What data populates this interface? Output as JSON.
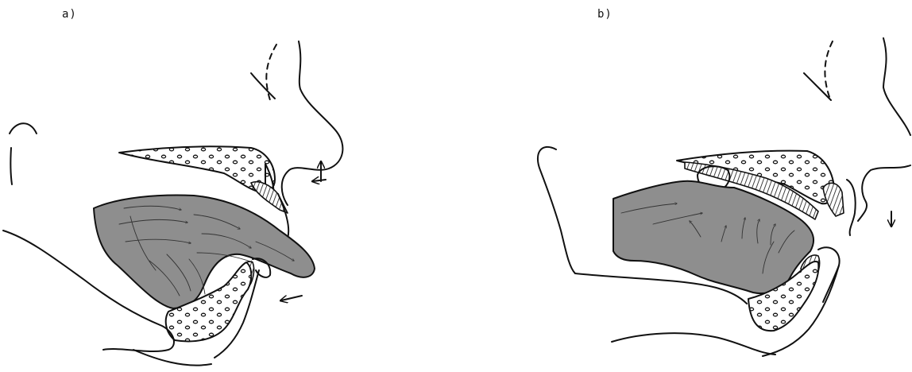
{
  "panels": {
    "a": {
      "label": "a)"
    },
    "b": {
      "label": "b)"
    }
  },
  "colors": {
    "tongue_fill": "#8e8e8e",
    "ink": "#111111",
    "background": "#ffffff"
  },
  "icons": {
    "dots": "bone-dot-pattern",
    "hatch": "diagonal-hatch-pattern",
    "arrows": "movement-arrow-icon"
  }
}
